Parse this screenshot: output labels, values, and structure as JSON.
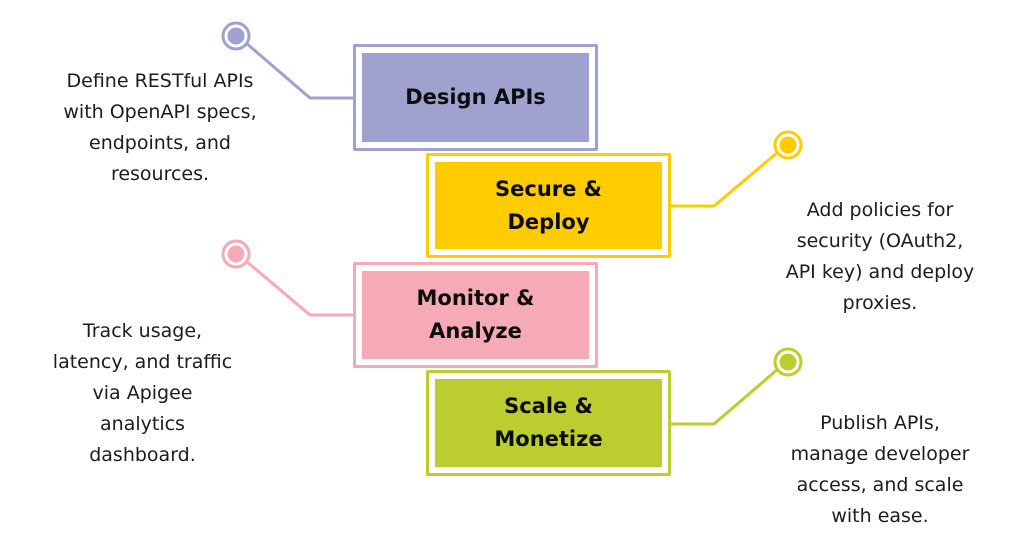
{
  "steps": [
    {
      "title": "Design APIs",
      "description": "Define RESTful APIs\nwith OpenAPI specs,\nendpoints, and\nresources.",
      "color": "#9fa1cf",
      "side": "left"
    },
    {
      "title": "Secure &\nDeploy",
      "description": "Add policies for\nsecurity (OAuth2,\nAPI key) and deploy\nproxies.",
      "color": "#ffcc00",
      "side": "right"
    },
    {
      "title": "Monitor &\nAnalyze",
      "description": "Track usage,\nlatency, and traffic\nvia Apigee\nanalytics\ndashboard.",
      "color": "#f6aab5",
      "side": "left"
    },
    {
      "title": "Scale &\nMonetize",
      "description": "Publish APIs,\nmanage developer\naccess, and scale\nwith ease.",
      "color": "#bccd2f",
      "side": "right"
    }
  ]
}
